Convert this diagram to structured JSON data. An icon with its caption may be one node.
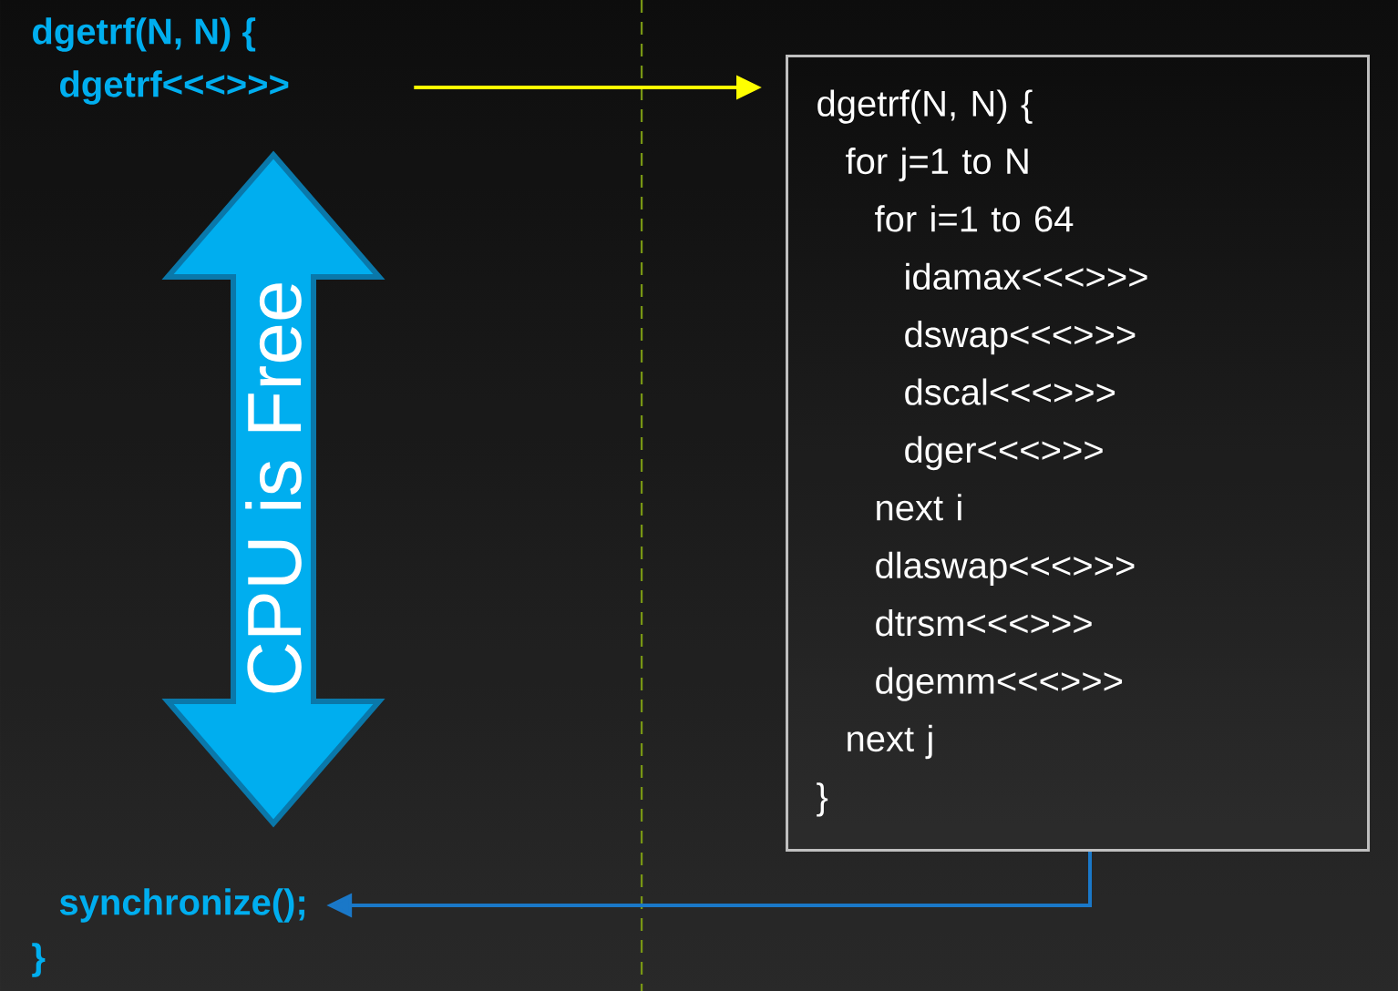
{
  "diagram": {
    "nodes": [
      {
        "text": [
          "dgetrf<<<>>>"
        ]
      },
      {
        "text": [
          "dgetrf(N, N) {",
          "for j=1 to N",
          "for i=1 to 64",
          "idamax<<<>>>",
          "dswap<<<>>>",
          "dscal<<<>>>",
          "dger<<<>>>",
          "next i",
          "dlaswap<<<>>>",
          "dtrsm<<<>>>",
          "dgemm<<<>>>",
          "next j",
          "}"
        ]
      },
      {
        "text": [
          "synchronize();"
        ]
      },
      {
        "text": [
          "CPU is Free"
        ]
      }
    ],
    "edges": [
      {
        "from": 0,
        "to": 1,
        "arrow": "to",
        "color": "#ffff00"
      },
      {
        "from": 1,
        "to": 2,
        "arrow": "to",
        "color": "#1a78c8"
      }
    ],
    "labels": [
      "dgetrf(N, N) {",
      "}"
    ]
  }
}
